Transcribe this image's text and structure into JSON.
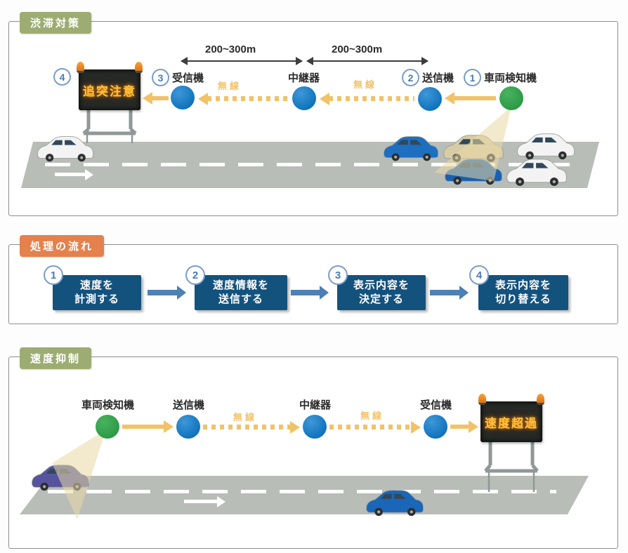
{
  "colors": {
    "badge_olive": "#9dac72",
    "badge_orange": "#e5814c",
    "box_blue": "#14527e",
    "flow_arrow_blue": "#4d80b3",
    "circle_blue": "#1174bd",
    "circle_green": "#2d9b47",
    "arrow_yellow": "#f2c268",
    "led_yellow": "#ffc43d",
    "number_blue": "#4a7cb8",
    "road_gray": "#b9bdb8"
  },
  "sections": {
    "congestion": {
      "badge": "渋滞対策",
      "distance_labels": [
        "200~300m",
        "200~300m"
      ],
      "sign_number": "4",
      "sign_text": "追突注意",
      "wireless_labels": [
        "無線",
        "無線"
      ],
      "devices": [
        {
          "number": "3",
          "label": "受信機"
        },
        {
          "label": "中継器"
        },
        {
          "number": "2",
          "label": "送信機"
        },
        {
          "number": "1",
          "label": "車両検知機"
        }
      ]
    },
    "flow": {
      "badge": "処理の流れ",
      "steps": [
        {
          "number": "1",
          "line1": "速度を",
          "line2": "計測する"
        },
        {
          "number": "2",
          "line1": "速度情報を",
          "line2": "送信する"
        },
        {
          "number": "3",
          "line1": "表示内容を",
          "line2": "決定する"
        },
        {
          "number": "4",
          "line1": "表示内容を",
          "line2": "切り替える"
        }
      ]
    },
    "speed": {
      "badge": "速度抑制",
      "wireless_labels": [
        "無線",
        "無線"
      ],
      "devices": [
        {
          "label": "車両検知機"
        },
        {
          "label": "送信機"
        },
        {
          "label": "中継器"
        },
        {
          "label": "受信機"
        }
      ],
      "sign_text": "速度超過"
    }
  }
}
